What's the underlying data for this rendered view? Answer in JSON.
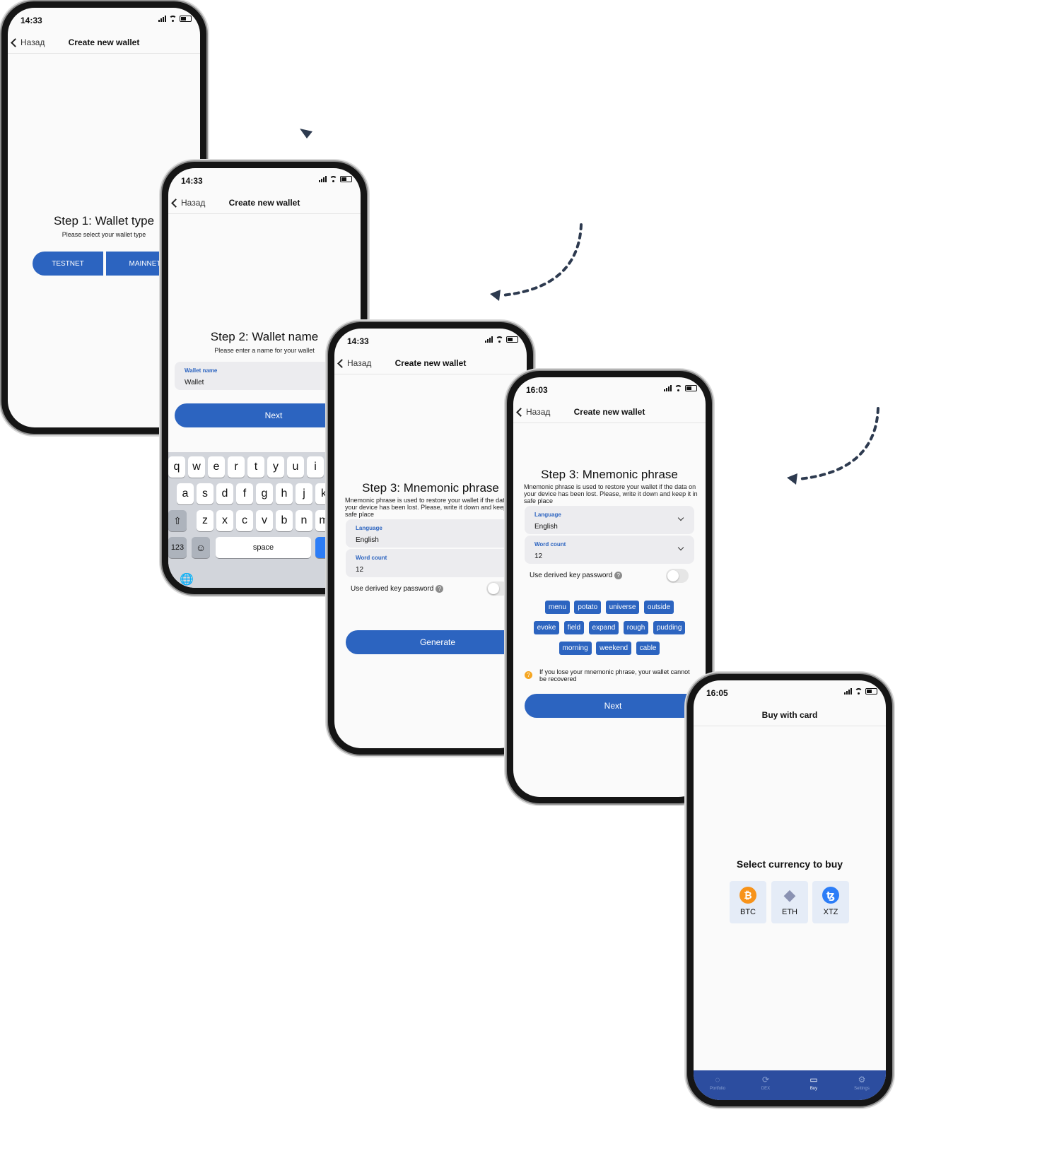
{
  "nav_back_label": "Назад",
  "create_wallet_title": "Create new wallet",
  "screen1": {
    "time": "14:33",
    "heading": "Step 1: Wallet type",
    "subheading": "Please select your wallet type",
    "testnet_label": "TESTNET",
    "mainnet_label": "MAINNET"
  },
  "screen2": {
    "time": "14:33",
    "heading": "Step 2: Wallet name",
    "subheading": "Please enter a name for your wallet",
    "field_label": "Wallet name",
    "field_value": "Wallet",
    "next_label": "Next",
    "keyboard": {
      "row1": [
        "q",
        "w",
        "e",
        "r",
        "t",
        "y",
        "u",
        "i"
      ],
      "row2": [
        "a",
        "s",
        "d",
        "f",
        "g",
        "h",
        "j",
        "k"
      ],
      "row3": [
        "z",
        "x",
        "c",
        "v",
        "b",
        "n",
        "m"
      ],
      "numbers_key": "123",
      "space_key": "space"
    }
  },
  "screen3": {
    "time": "14:33",
    "heading": "Step 3: Mnemonic phrase",
    "description": "Mnemonic phrase is used to restore your wallet if the data on your device has been lost. Please, write it down and keep it in safe place",
    "language_label": "Language",
    "language_value": "English",
    "wordcount_label": "Word count",
    "wordcount_value": "12",
    "derived_label": "Use derived key password",
    "generate_label": "Generate"
  },
  "screen4": {
    "time": "16:03",
    "heading": "Step 3: Mnemonic phrase",
    "description": "Mnemonic phrase is used to restore your wallet if the data on your device has been lost. Please, write it down and keep it in safe place",
    "language_label": "Language",
    "language_value": "English",
    "wordcount_label": "Word count",
    "wordcount_value": "12",
    "derived_label": "Use derived key password",
    "words": [
      "menu",
      "potato",
      "universe",
      "outside",
      "evoke",
      "field",
      "expand",
      "rough",
      "pudding",
      "morning",
      "weekend",
      "cable"
    ],
    "warning": "If you lose your mnemonic phrase, your wallet cannot be recovered",
    "next_label": "Next"
  },
  "screen5": {
    "time": "16:05",
    "title": "Buy with card",
    "heading": "Select currency to buy",
    "currencies": [
      {
        "symbol": "BTC",
        "icon": "bitcoin-icon",
        "color": "#f7931a"
      },
      {
        "symbol": "ETH",
        "icon": "ethereum-icon",
        "color": "#8a92b2"
      },
      {
        "symbol": "XTZ",
        "icon": "tezos-icon",
        "color": "#2c7df7"
      }
    ],
    "tabs": [
      {
        "label": "Portfolio",
        "icon": "portfolio-icon"
      },
      {
        "label": "DEX",
        "icon": "dex-icon"
      },
      {
        "label": "Buy",
        "icon": "card-icon"
      },
      {
        "label": "Settings",
        "icon": "gear-icon"
      }
    ]
  },
  "colors": {
    "accent": "#2c64c0",
    "tabbar": "#2c4d9f",
    "arrow": "#2d3a4f"
  }
}
